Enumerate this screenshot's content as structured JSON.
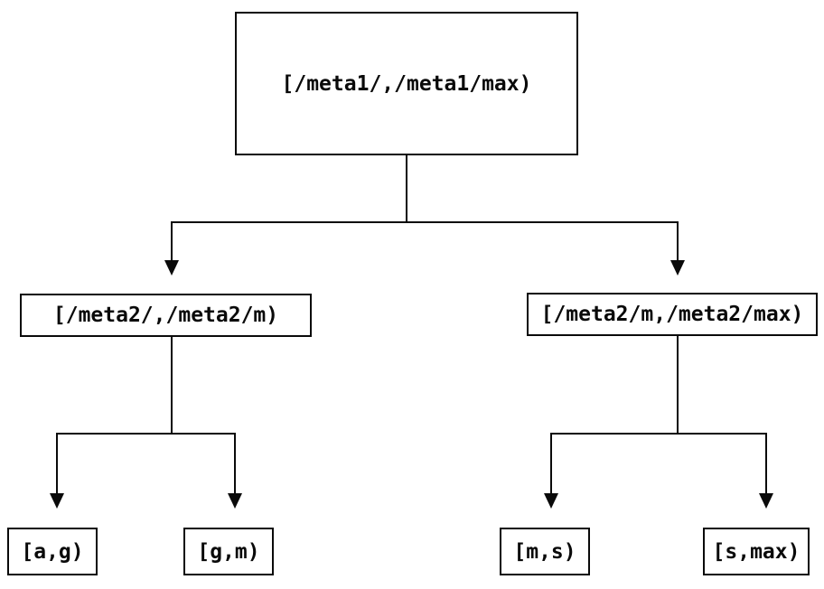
{
  "diagram": {
    "type": "binary-interval-tree",
    "colors": {
      "background": "#ffffff",
      "line": "#0a0a0a",
      "text": "#0a0a0a"
    },
    "nodes": {
      "root": {
        "label": "[/meta1/,/meta1/max)"
      },
      "left": {
        "label": "[/meta2/,/meta2/m)"
      },
      "right": {
        "label": "[/meta2/m,/meta2/max)"
      },
      "leaf_ag": {
        "label": "[a,g)"
      },
      "leaf_gm": {
        "label": "[g,m)"
      },
      "leaf_ms": {
        "label": "[m,s)"
      },
      "leaf_smax": {
        "label": "[s,max)"
      }
    },
    "edges": [
      {
        "from": "root",
        "to": "left"
      },
      {
        "from": "root",
        "to": "right"
      },
      {
        "from": "left",
        "to": "leaf_ag"
      },
      {
        "from": "left",
        "to": "leaf_gm"
      },
      {
        "from": "right",
        "to": "leaf_ms"
      },
      {
        "from": "right",
        "to": "leaf_smax"
      }
    ]
  }
}
